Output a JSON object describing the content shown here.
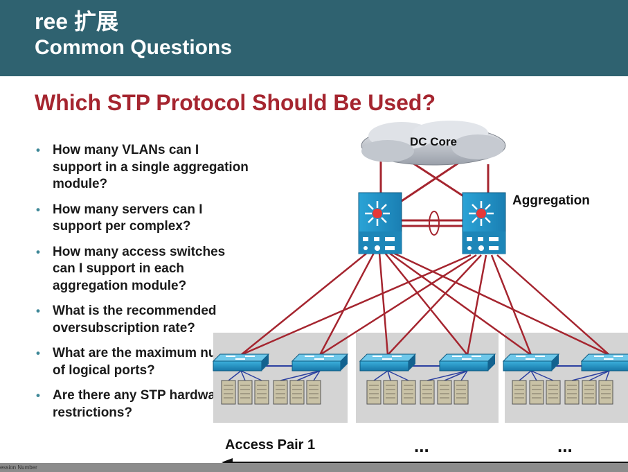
{
  "header": {
    "title": "ree 扩展",
    "subtitle": "Common Questions"
  },
  "main": {
    "title": "Which STP Protocol Should Be Used?"
  },
  "questions": [
    "How many VLANs can I support in a single aggregation module?",
    "How many servers can I support per complex?",
    "How many access switches can I support in each aggregation module?",
    "What is the recommended oversubscription rate?",
    "What are the maximum number of logical ports?",
    "Are there any STP hardware restrictions?"
  ],
  "diagram": {
    "core_label": "DC Core",
    "aggregation_label": "Aggregation",
    "access_label": "Access Pair 1",
    "ellipsis_1": "...",
    "ellipsis_2": "...",
    "link_color": "#a5252f",
    "device_color": "#1e8fbf"
  },
  "footer": {
    "text": "ession Number"
  },
  "colors": {
    "header_bg": "#2f6270",
    "title_red": "#a5252f",
    "bullet": "#3f8898"
  }
}
